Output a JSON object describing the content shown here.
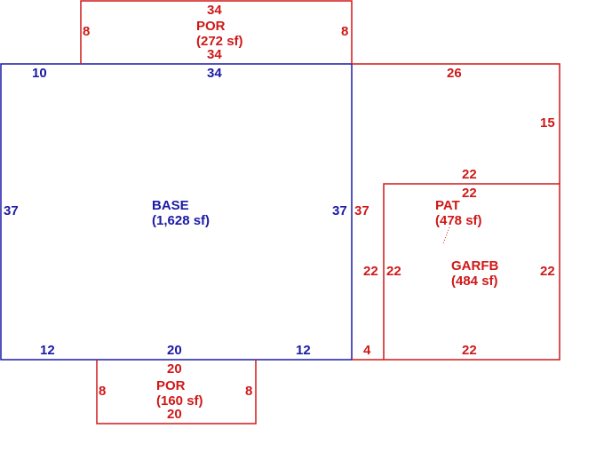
{
  "colors": {
    "base": "#1a1aa8",
    "addition": "#d01818",
    "background": "#ffffff"
  },
  "areas": {
    "base": {
      "name": "BASE",
      "area": "(1,628 sf)"
    },
    "por_top": {
      "name": "POR",
      "area": "(272 sf)"
    },
    "por_bottom": {
      "name": "POR",
      "area": "(160 sf)"
    },
    "pat": {
      "name": "PAT",
      "area": "(478 sf)"
    },
    "garfb": {
      "name": "GARFB",
      "area": "(484 sf)"
    }
  },
  "dimensions": {
    "base": {
      "left": "37",
      "right": "37",
      "top_left": "10",
      "top": "34",
      "bottom_left": "12",
      "bottom_mid": "20",
      "bottom_right": "12"
    },
    "por_top": {
      "top": "34",
      "bottom": "34",
      "left": "8",
      "right": "8"
    },
    "por_bottom": {
      "top": "20",
      "bottom": "20",
      "left": "8",
      "right": "8"
    },
    "pat": {
      "top": "26",
      "right": "15",
      "left": "37",
      "inner_top": "22",
      "bottom_left": "4"
    },
    "garfb": {
      "top": "22",
      "left_outer": "22",
      "left_inner": "22",
      "right": "22",
      "bottom": "22"
    }
  }
}
